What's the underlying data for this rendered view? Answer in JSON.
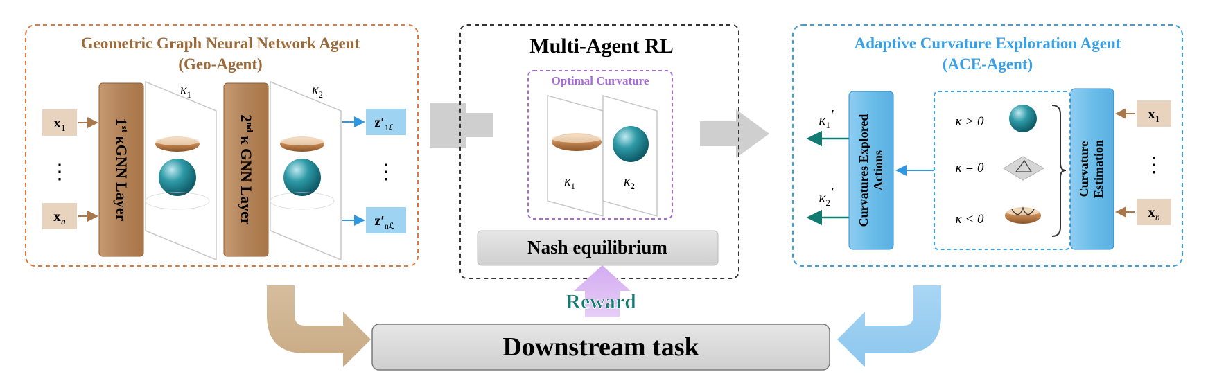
{
  "geo_agent": {
    "title_line1": "Geometric Graph Neural Network Agent",
    "title_line2": "(Geo-Agent)",
    "kappa1": "κ",
    "kappa1_sub": "1",
    "kappa2": "κ",
    "kappa2_sub": "2",
    "layer1_label": "1st κGNN Layer",
    "layer1_sup": "st",
    "layer1_num": "1",
    "layer1_rest": " κGNN Layer",
    "layer2_num": "2",
    "layer2_sup": "nd",
    "layer2_rest": " κ GNN Layer",
    "input_first": "x",
    "input_first_sub": "1",
    "input_last": "x",
    "input_last_sub": "n",
    "dots": "⋮",
    "output_first": "z′",
    "output_first_sub": "1ℒ",
    "output_last": "z′",
    "output_last_sub": "nℒ"
  },
  "marl": {
    "title": "Multi-Agent RL",
    "optimal_label": "Optimal Curvature",
    "k1": "κ",
    "k1_sub": "1",
    "k2": "κ",
    "k2_sub": "2",
    "nash_label": "Nash equilibrium",
    "reward_label": "Reward"
  },
  "ace_agent": {
    "title_line1": "Adaptive Curvature Exploration Agent",
    "title_line2": "(ACE-Agent)",
    "actions_label_line1": "Curvatures Explored",
    "actions_label_line2": "Actions",
    "estimation_label_line1": "Curvature",
    "estimation_label_line2": "Estimation",
    "cond_pos": "κ > 0",
    "cond_zero": "κ = 0",
    "cond_neg": "κ < 0",
    "out1": "κ",
    "out1_sub": "1",
    "out1_prime": "′",
    "out2": "κ",
    "out2_sub": "2",
    "out2_prime": "′",
    "input_first": "x",
    "input_first_sub": "1",
    "input_last": "x",
    "input_last_sub": "n",
    "dots": "⋮"
  },
  "downstream": {
    "label": "Downstream task"
  },
  "colors": {
    "geo_brown": "#9b6a3a",
    "geo_orange_border": "#e07a3c",
    "ace_blue": "#3aa0e6",
    "marl_purple": "#a86bd6",
    "teal_arrow": "#1a8080",
    "gray_box": "#dcdcdc",
    "tan_input": "#e8d3bf",
    "blue_output": "#9fd3f2"
  }
}
